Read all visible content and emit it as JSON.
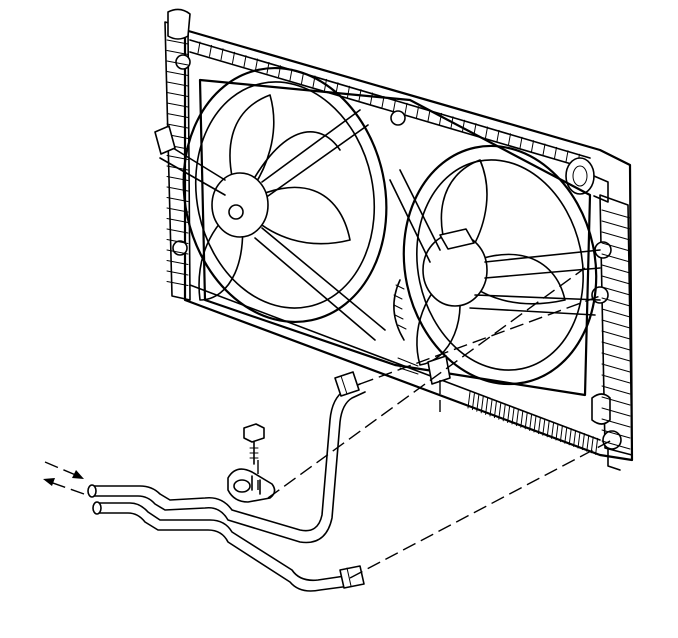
{
  "diagram": {
    "components": [
      {
        "id": "radiator",
        "icon": "radiator-icon"
      },
      {
        "id": "left-cooling-fan",
        "icon": "fan-icon"
      },
      {
        "id": "right-cooling-fan",
        "icon": "fan-icon"
      },
      {
        "id": "radiator-cap",
        "icon": "cap-icon"
      },
      {
        "id": "cooler-lines",
        "icon": "tube-icon"
      },
      {
        "id": "line-retainer-clip",
        "icon": "clip-icon"
      },
      {
        "id": "bolt",
        "icon": "bolt-icon"
      }
    ],
    "flow_arrows": [
      {
        "direction": "in"
      },
      {
        "direction": "out"
      }
    ],
    "colors": {
      "ink": "#000000",
      "background": "#ffffff"
    }
  }
}
